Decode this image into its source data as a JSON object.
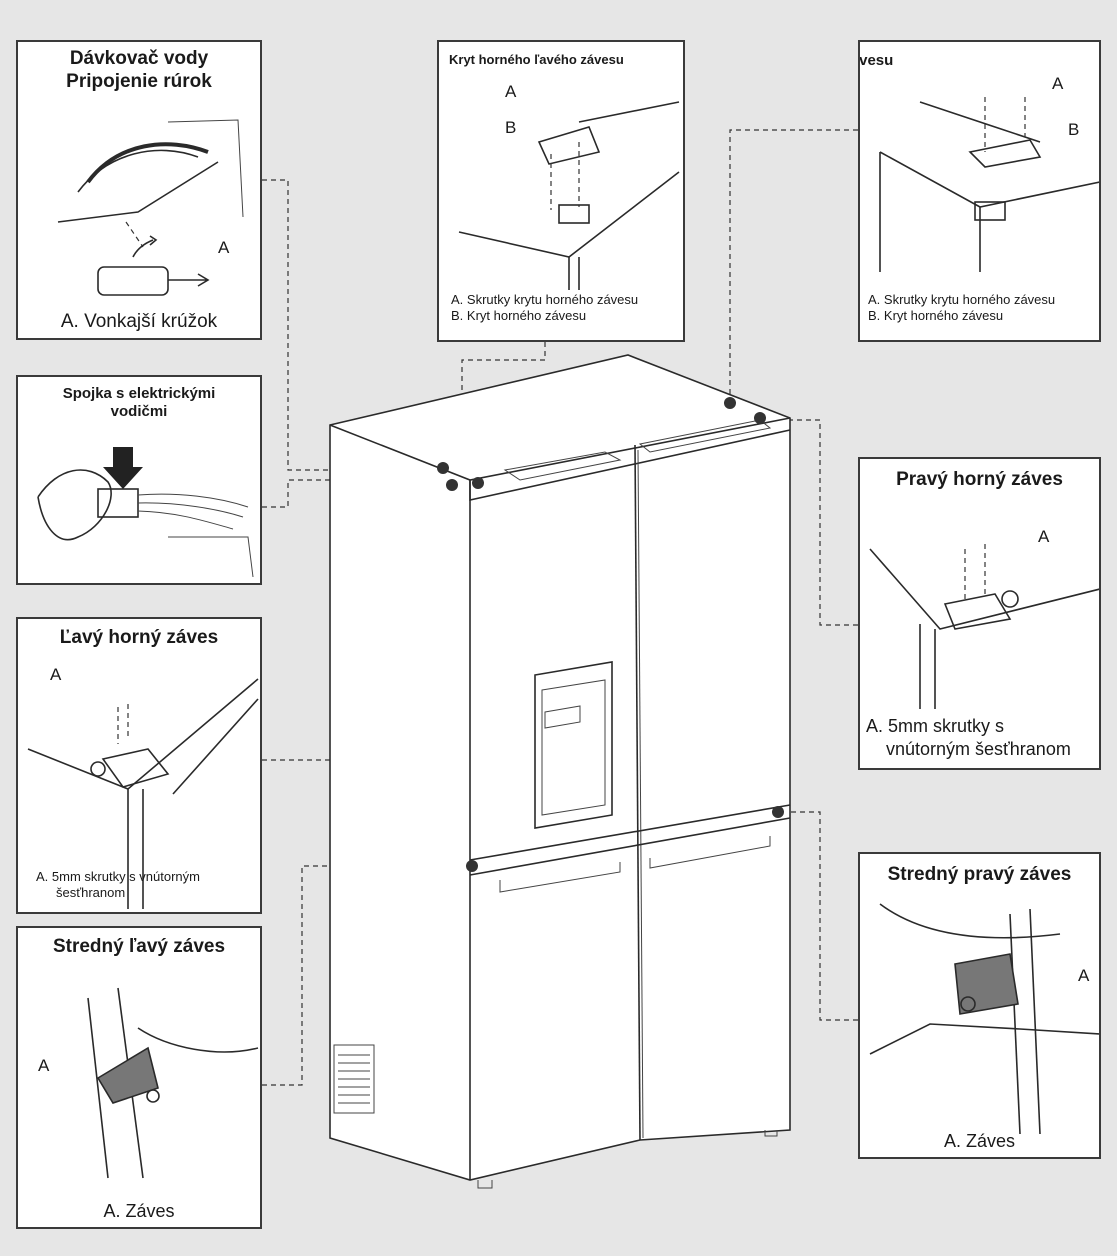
{
  "panels": {
    "water": {
      "title_line1": "Dávkovač vody",
      "title_line2": "Pripojenie rúrok",
      "label_a": "A",
      "caption": "A. Vonkajší krúžok"
    },
    "wires": {
      "title_line1": "Spojka s elektrickými",
      "title_line2": "vodičmi"
    },
    "left_top_hinge": {
      "title": "Ľavý horný záves",
      "label_a": "A",
      "caption_line1": "A. 5mm skrutky s vnútorným",
      "caption_line2": "šesťhranom"
    },
    "mid_left": {
      "title": "Stredný ľavý záves",
      "label_a": "A",
      "caption": "A. Záves"
    },
    "left_cover": {
      "title": "Kryt horného ľavého závesu",
      "label_a": "A",
      "label_b": "B",
      "caption_line1": "A. Skrutky krytu horného závesu",
      "caption_line2": "B. Kryt horného závesu"
    },
    "right_cover": {
      "title": "Pravý horný kryt závesu",
      "label_a": "A",
      "label_b": "B",
      "caption_line1": "A. Skrutky krytu horného závesu",
      "caption_line2": "B. Kryt horného závesu"
    },
    "right_top_hinge": {
      "title": "Pravý horný záves",
      "label_a": "A",
      "caption_line1": "A. 5mm skrutky s",
      "caption_line2": "vnútorným šesťhranom"
    },
    "mid_right": {
      "title": "Stredný pravý záves",
      "label_a": "A",
      "caption": "A. Záves"
    }
  },
  "colors": {
    "background": "#e6e6e6",
    "panel": "#ffffff",
    "line": "#2a2a2a",
    "dot": "#333333"
  }
}
